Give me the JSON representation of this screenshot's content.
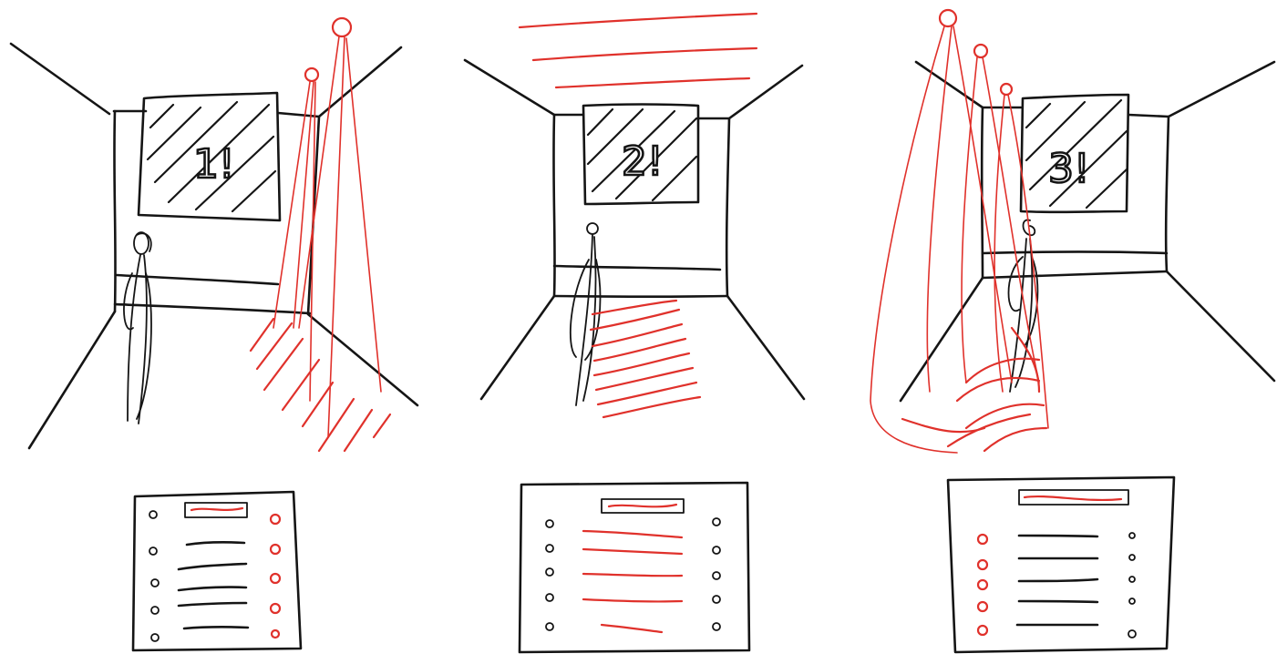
{
  "colors": {
    "ink": "#151515",
    "accent": "#e0312b",
    "paper": "#ffffff"
  },
  "panels": [
    {
      "screen_label": "1!"
    },
    {
      "screen_label": "2!"
    },
    {
      "screen_label": "3!"
    }
  ]
}
